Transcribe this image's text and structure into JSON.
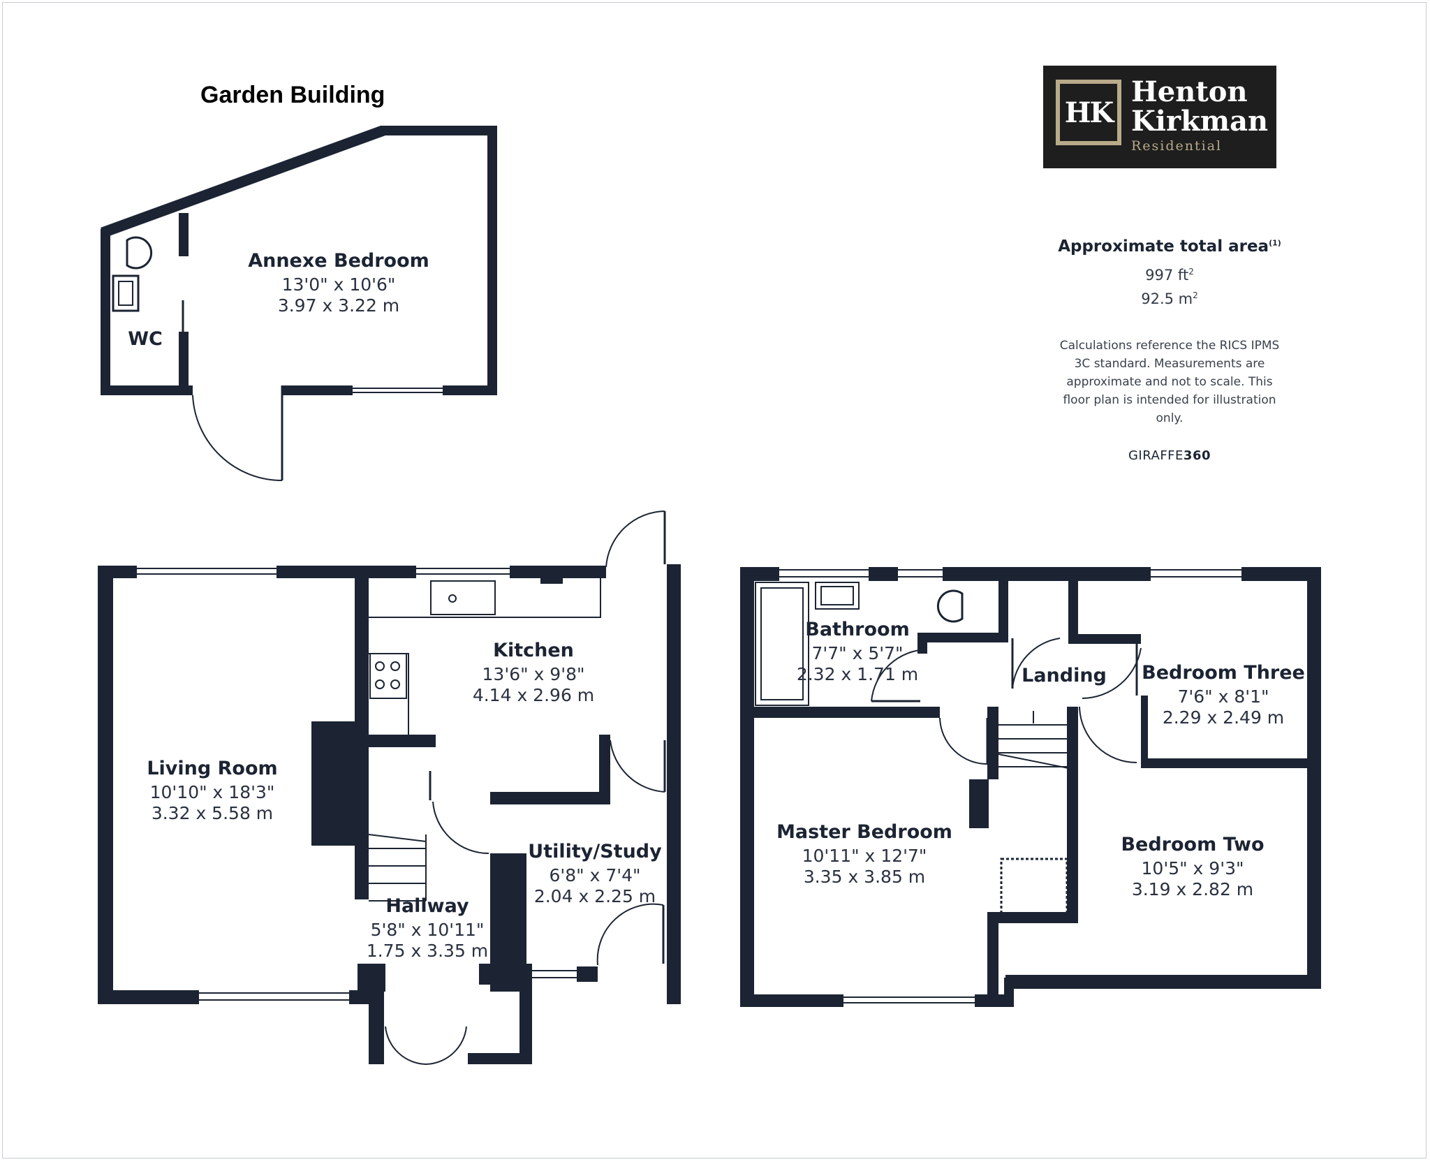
{
  "garden_building_title": "Garden Building",
  "rooms": {
    "annexe_bedroom": {
      "name": "Annexe Bedroom",
      "imperial": "13'0\" x 10'6\"",
      "metric": "3.97 x 3.22 m"
    },
    "wc": {
      "name": "WC"
    },
    "kitchen": {
      "name": "Kitchen",
      "imperial": "13'6\" x 9'8\"",
      "metric": "4.14 x 2.96 m"
    },
    "living_room": {
      "name": "Living Room",
      "imperial": "10'10\" x 18'3\"",
      "metric": "3.32 x 5.58 m"
    },
    "utility_study": {
      "name": "Utility/Study",
      "imperial": "6'8\" x 7'4\"",
      "metric": "2.04 x 2.25 m"
    },
    "hallway": {
      "name": "Hallway",
      "imperial": "5'8\" x 10'11\"",
      "metric": "1.75 x 3.35 m"
    },
    "bathroom": {
      "name": "Bathroom",
      "imperial": "7'7\" x 5'7\"",
      "metric": "2.32 x 1.71 m"
    },
    "landing": {
      "name": "Landing"
    },
    "bedroom_three": {
      "name": "Bedroom Three",
      "imperial": "7'6\" x 8'1\"",
      "metric": "2.29 x 2.49 m"
    },
    "master_bedroom": {
      "name": "Master Bedroom",
      "imperial": "10'11\" x 12'7\"",
      "metric": "3.35 x 3.85 m"
    },
    "bedroom_two": {
      "name": "Bedroom Two",
      "imperial": "10'5\" x 9'3\"",
      "metric": "3.19 x 2.82 m"
    }
  },
  "logo": {
    "monogram": "HK",
    "line1": "Henton",
    "line2": "Kirkman",
    "line3": "Residential"
  },
  "info": {
    "area_title": "Approximate total area",
    "area_title_sup": "(1)",
    "area_sqft": "997 ft",
    "area_sqft_sup": "2",
    "area_sqm": "92.5 m",
    "area_sqm_sup": "2",
    "note": "Calculations reference the RICS IPMS 3C standard. Measurements are approximate and not to scale. This floor plan is intended for illustration only.",
    "brand_plain": "GIRAFFE",
    "brand_bold": "360"
  },
  "colors": {
    "wall": "#1c2433",
    "logo_bg": "#1e1e1e",
    "logo_accent": "#b9ab8a"
  }
}
